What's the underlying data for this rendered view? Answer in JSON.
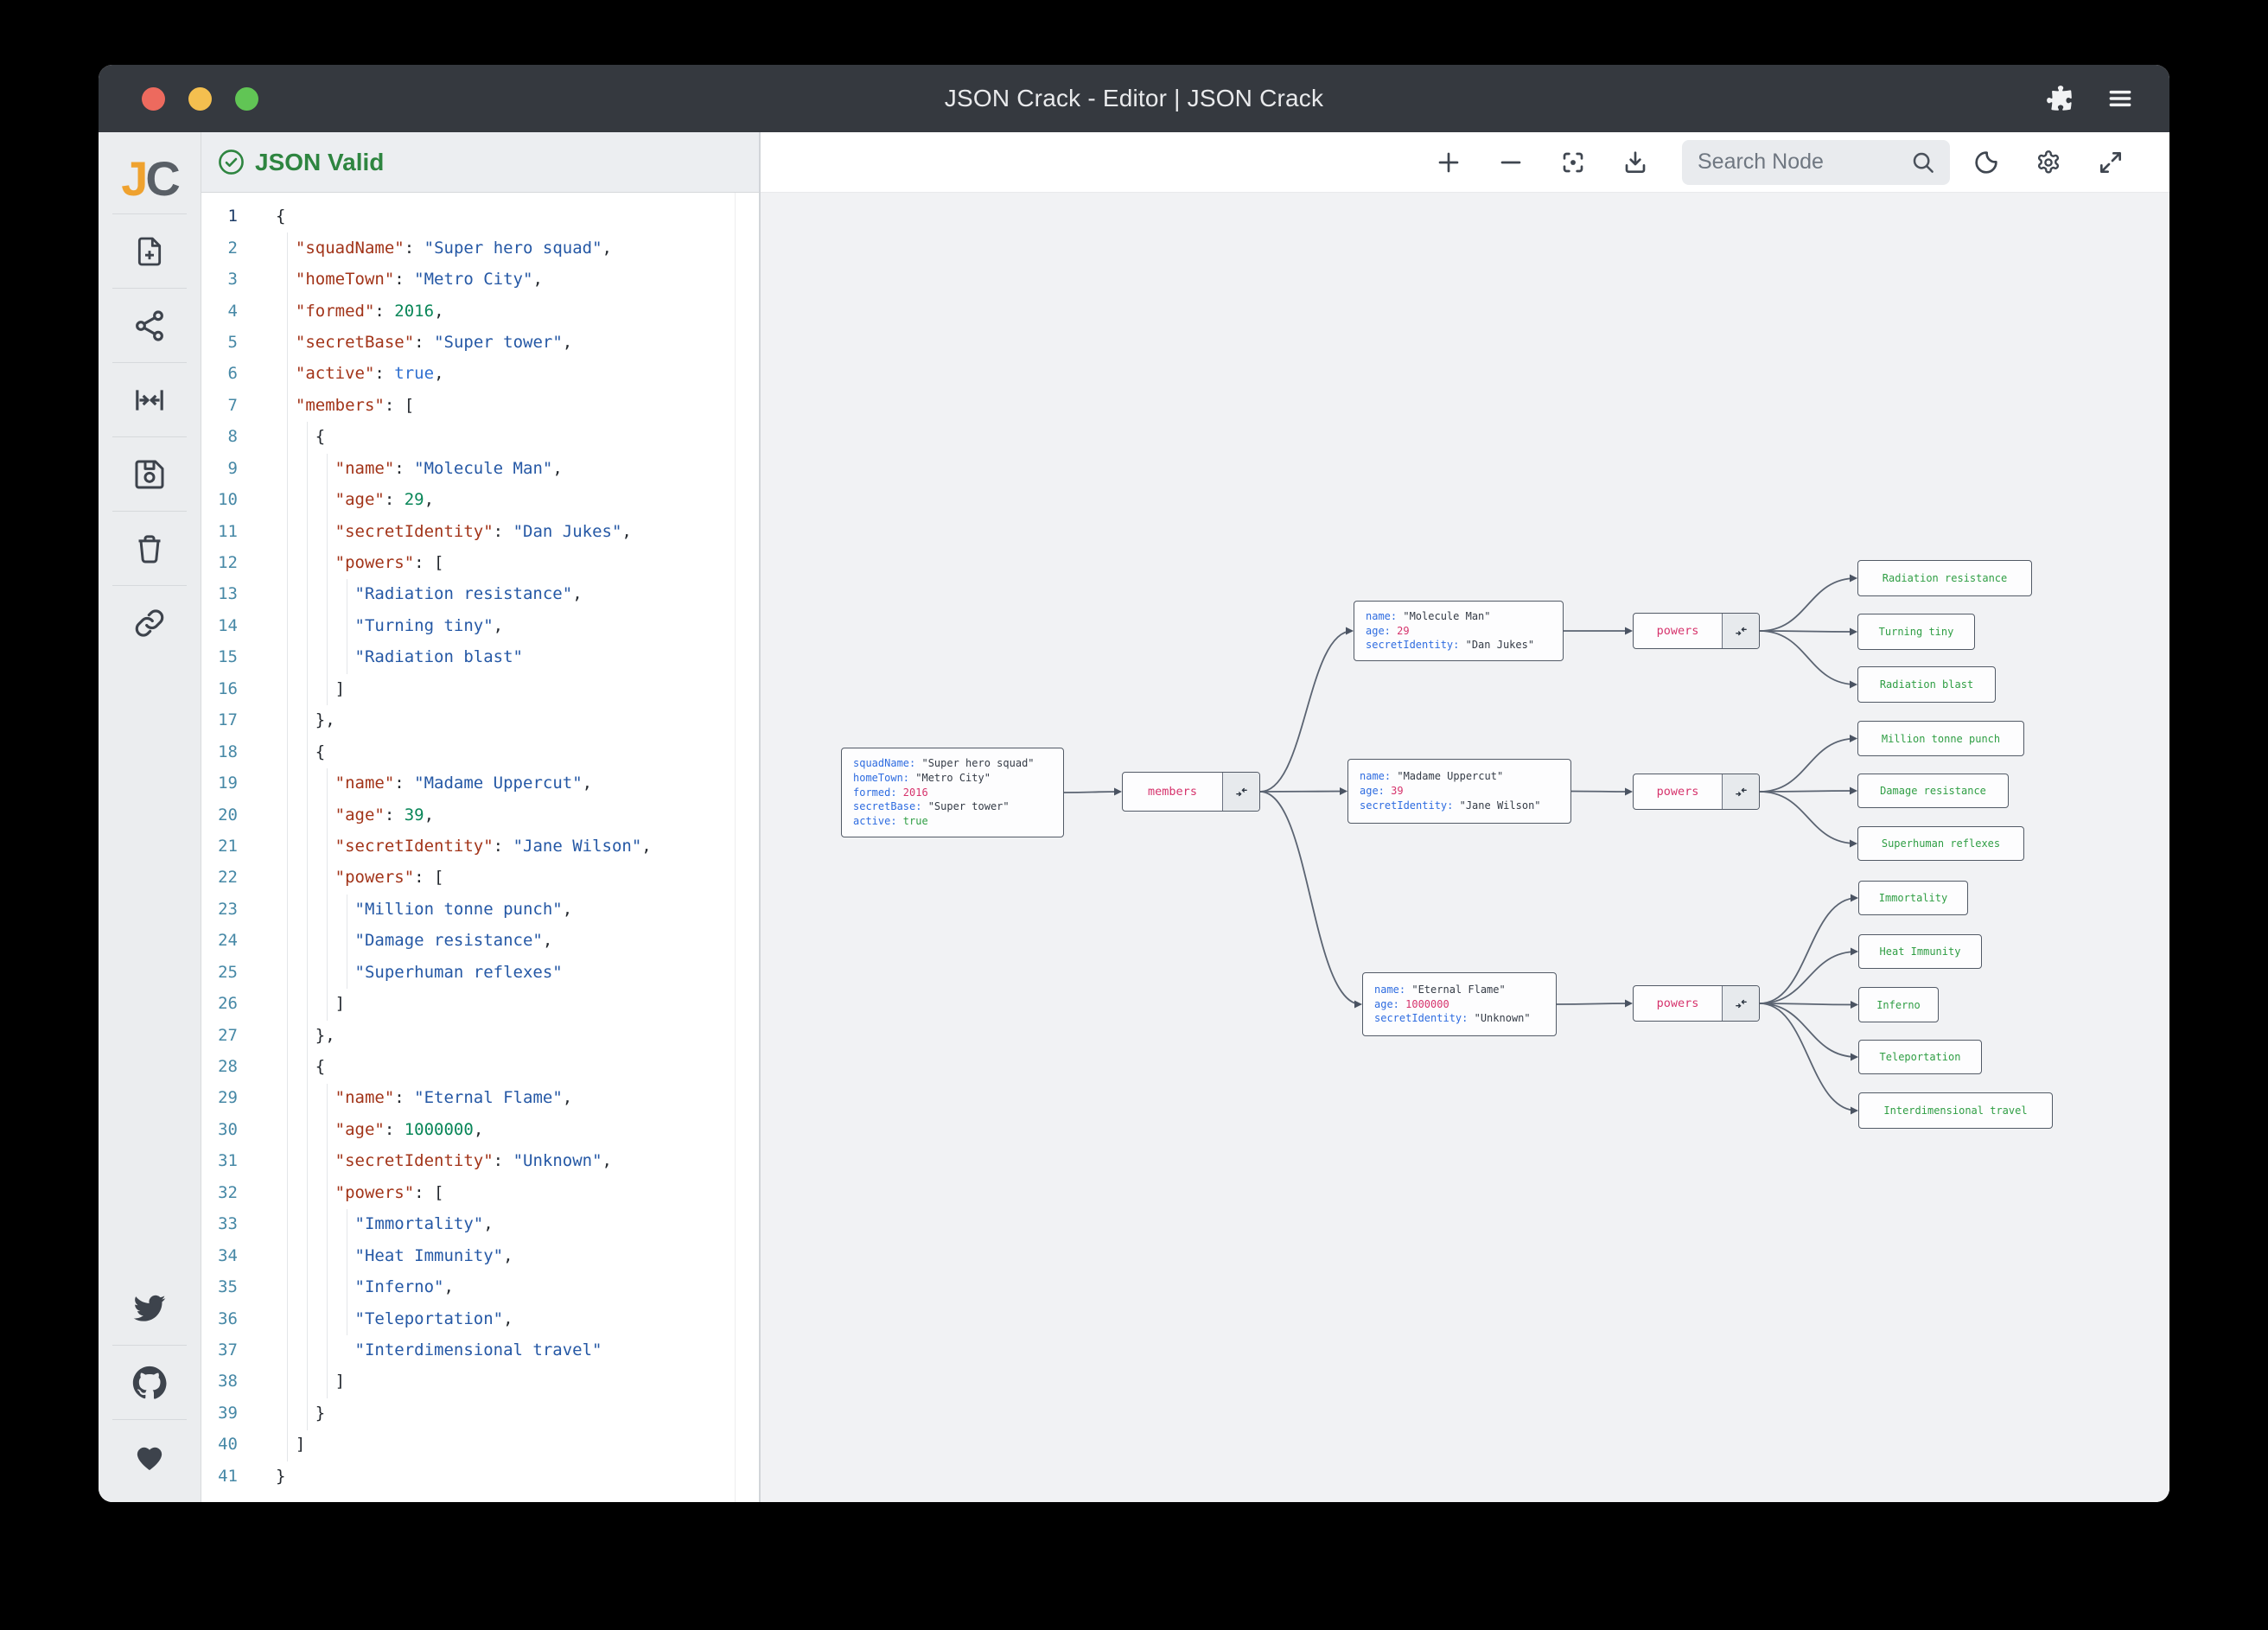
{
  "titlebar": {
    "title": "JSON Crack - Editor | JSON Crack"
  },
  "sidebar": {
    "logo_j": "J",
    "logo_c": "C"
  },
  "editor": {
    "status": "JSON Valid",
    "lines": [
      {
        "n": 1,
        "segs": [
          [
            "p",
            "{"
          ]
        ]
      },
      {
        "n": 2,
        "segs": [
          [
            "p",
            "  "
          ],
          [
            "k",
            "\"squadName\""
          ],
          [
            "p",
            ": "
          ],
          [
            "s",
            "\"Super hero squad\""
          ],
          [
            "p",
            ","
          ]
        ]
      },
      {
        "n": 3,
        "segs": [
          [
            "p",
            "  "
          ],
          [
            "k",
            "\"homeTown\""
          ],
          [
            "p",
            ": "
          ],
          [
            "s",
            "\"Metro City\""
          ],
          [
            "p",
            ","
          ]
        ]
      },
      {
        "n": 4,
        "segs": [
          [
            "p",
            "  "
          ],
          [
            "k",
            "\"formed\""
          ],
          [
            "p",
            ": "
          ],
          [
            "n",
            "2016"
          ],
          [
            "p",
            ","
          ]
        ]
      },
      {
        "n": 5,
        "segs": [
          [
            "p",
            "  "
          ],
          [
            "k",
            "\"secretBase\""
          ],
          [
            "p",
            ": "
          ],
          [
            "s",
            "\"Super tower\""
          ],
          [
            "p",
            ","
          ]
        ]
      },
      {
        "n": 6,
        "segs": [
          [
            "p",
            "  "
          ],
          [
            "k",
            "\"active\""
          ],
          [
            "p",
            ": "
          ],
          [
            "b",
            "true"
          ],
          [
            "p",
            ","
          ]
        ]
      },
      {
        "n": 7,
        "segs": [
          [
            "p",
            "  "
          ],
          [
            "k",
            "\"members\""
          ],
          [
            "p",
            ": ["
          ]
        ]
      },
      {
        "n": 8,
        "segs": [
          [
            "p",
            "    {"
          ]
        ]
      },
      {
        "n": 9,
        "segs": [
          [
            "p",
            "      "
          ],
          [
            "k",
            "\"name\""
          ],
          [
            "p",
            ": "
          ],
          [
            "s",
            "\"Molecule Man\""
          ],
          [
            "p",
            ","
          ]
        ]
      },
      {
        "n": 10,
        "segs": [
          [
            "p",
            "      "
          ],
          [
            "k",
            "\"age\""
          ],
          [
            "p",
            ": "
          ],
          [
            "n",
            "29"
          ],
          [
            "p",
            ","
          ]
        ]
      },
      {
        "n": 11,
        "segs": [
          [
            "p",
            "      "
          ],
          [
            "k",
            "\"secretIdentity\""
          ],
          [
            "p",
            ": "
          ],
          [
            "s",
            "\"Dan Jukes\""
          ],
          [
            "p",
            ","
          ]
        ]
      },
      {
        "n": 12,
        "segs": [
          [
            "p",
            "      "
          ],
          [
            "k",
            "\"powers\""
          ],
          [
            "p",
            ": ["
          ]
        ]
      },
      {
        "n": 13,
        "segs": [
          [
            "p",
            "        "
          ],
          [
            "s",
            "\"Radiation resistance\""
          ],
          [
            "p",
            ","
          ]
        ]
      },
      {
        "n": 14,
        "segs": [
          [
            "p",
            "        "
          ],
          [
            "s",
            "\"Turning tiny\""
          ],
          [
            "p",
            ","
          ]
        ]
      },
      {
        "n": 15,
        "segs": [
          [
            "p",
            "        "
          ],
          [
            "s",
            "\"Radiation blast\""
          ]
        ]
      },
      {
        "n": 16,
        "segs": [
          [
            "p",
            "      ]"
          ]
        ]
      },
      {
        "n": 17,
        "segs": [
          [
            "p",
            "    },"
          ]
        ]
      },
      {
        "n": 18,
        "segs": [
          [
            "p",
            "    {"
          ]
        ]
      },
      {
        "n": 19,
        "segs": [
          [
            "p",
            "      "
          ],
          [
            "k",
            "\"name\""
          ],
          [
            "p",
            ": "
          ],
          [
            "s",
            "\"Madame Uppercut\""
          ],
          [
            "p",
            ","
          ]
        ]
      },
      {
        "n": 20,
        "segs": [
          [
            "p",
            "      "
          ],
          [
            "k",
            "\"age\""
          ],
          [
            "p",
            ": "
          ],
          [
            "n",
            "39"
          ],
          [
            "p",
            ","
          ]
        ]
      },
      {
        "n": 21,
        "segs": [
          [
            "p",
            "      "
          ],
          [
            "k",
            "\"secretIdentity\""
          ],
          [
            "p",
            ": "
          ],
          [
            "s",
            "\"Jane Wilson\""
          ],
          [
            "p",
            ","
          ]
        ]
      },
      {
        "n": 22,
        "segs": [
          [
            "p",
            "      "
          ],
          [
            "k",
            "\"powers\""
          ],
          [
            "p",
            ": ["
          ]
        ]
      },
      {
        "n": 23,
        "segs": [
          [
            "p",
            "        "
          ],
          [
            "s",
            "\"Million tonne punch\""
          ],
          [
            "p",
            ","
          ]
        ]
      },
      {
        "n": 24,
        "segs": [
          [
            "p",
            "        "
          ],
          [
            "s",
            "\"Damage resistance\""
          ],
          [
            "p",
            ","
          ]
        ]
      },
      {
        "n": 25,
        "segs": [
          [
            "p",
            "        "
          ],
          [
            "s",
            "\"Superhuman reflexes\""
          ]
        ]
      },
      {
        "n": 26,
        "segs": [
          [
            "p",
            "      ]"
          ]
        ]
      },
      {
        "n": 27,
        "segs": [
          [
            "p",
            "    },"
          ]
        ]
      },
      {
        "n": 28,
        "segs": [
          [
            "p",
            "    {"
          ]
        ]
      },
      {
        "n": 29,
        "segs": [
          [
            "p",
            "      "
          ],
          [
            "k",
            "\"name\""
          ],
          [
            "p",
            ": "
          ],
          [
            "s",
            "\"Eternal Flame\""
          ],
          [
            "p",
            ","
          ]
        ]
      },
      {
        "n": 30,
        "segs": [
          [
            "p",
            "      "
          ],
          [
            "k",
            "\"age\""
          ],
          [
            "p",
            ": "
          ],
          [
            "n",
            "1000000"
          ],
          [
            "p",
            ","
          ]
        ]
      },
      {
        "n": 31,
        "segs": [
          [
            "p",
            "      "
          ],
          [
            "k",
            "\"secretIdentity\""
          ],
          [
            "p",
            ": "
          ],
          [
            "s",
            "\"Unknown\""
          ],
          [
            "p",
            ","
          ]
        ]
      },
      {
        "n": 32,
        "segs": [
          [
            "p",
            "      "
          ],
          [
            "k",
            "\"powers\""
          ],
          [
            "p",
            ": ["
          ]
        ]
      },
      {
        "n": 33,
        "segs": [
          [
            "p",
            "        "
          ],
          [
            "s",
            "\"Immortality\""
          ],
          [
            "p",
            ","
          ]
        ]
      },
      {
        "n": 34,
        "segs": [
          [
            "p",
            "        "
          ],
          [
            "s",
            "\"Heat Immunity\""
          ],
          [
            "p",
            ","
          ]
        ]
      },
      {
        "n": 35,
        "segs": [
          [
            "p",
            "        "
          ],
          [
            "s",
            "\"Inferno\""
          ],
          [
            "p",
            ","
          ]
        ]
      },
      {
        "n": 36,
        "segs": [
          [
            "p",
            "        "
          ],
          [
            "s",
            "\"Teleportation\""
          ],
          [
            "p",
            ","
          ]
        ]
      },
      {
        "n": 37,
        "segs": [
          [
            "p",
            "        "
          ],
          [
            "s",
            "\"Interdimensional travel\""
          ]
        ]
      },
      {
        "n": 38,
        "segs": [
          [
            "p",
            "      ]"
          ]
        ]
      },
      {
        "n": 39,
        "segs": [
          [
            "p",
            "    }"
          ]
        ]
      },
      {
        "n": 40,
        "segs": [
          [
            "p",
            "  ]"
          ]
        ]
      },
      {
        "n": 41,
        "segs": [
          [
            "p",
            "}"
          ]
        ]
      }
    ]
  },
  "graph_toolbar": {
    "search_placeholder": "Search Node"
  },
  "graph": {
    "root": {
      "fields": [
        [
          "squadName",
          "\"Super hero squad\"",
          "s"
        ],
        [
          "homeTown",
          "\"Metro City\"",
          "s"
        ],
        [
          "formed",
          "2016",
          "n"
        ],
        [
          "secretBase",
          "\"Super tower\"",
          "s"
        ],
        [
          "active",
          "true",
          "b"
        ]
      ]
    },
    "members_label": "members",
    "powers_label": "powers",
    "members": [
      {
        "fields": [
          [
            "name",
            "\"Molecule Man\"",
            "s"
          ],
          [
            "age",
            "29",
            "n"
          ],
          [
            "secretIdentity",
            "\"Dan Jukes\"",
            "s"
          ]
        ],
        "powers": [
          "Radiation resistance",
          "Turning tiny",
          "Radiation blast"
        ]
      },
      {
        "fields": [
          [
            "name",
            "\"Madame Uppercut\"",
            "s"
          ],
          [
            "age",
            "39",
            "n"
          ],
          [
            "secretIdentity",
            "\"Jane Wilson\"",
            "s"
          ]
        ],
        "powers": [
          "Million tonne punch",
          "Damage resistance",
          "Superhuman reflexes"
        ]
      },
      {
        "fields": [
          [
            "name",
            "\"Eternal Flame\"",
            "s"
          ],
          [
            "age",
            "1000000",
            "n"
          ],
          [
            "secretIdentity",
            "\"Unknown\"",
            "s"
          ]
        ],
        "powers": [
          "Immortality",
          "Heat Immunity",
          "Inferno",
          "Teleportation",
          "Interdimensional travel"
        ]
      }
    ]
  },
  "colors": {
    "accent_green": "#2f9e44",
    "accent_pink": "#d6336c",
    "accent_blue": "#2e6ce0",
    "valid_green": "#2e8540",
    "titlebar": "#35393f"
  }
}
